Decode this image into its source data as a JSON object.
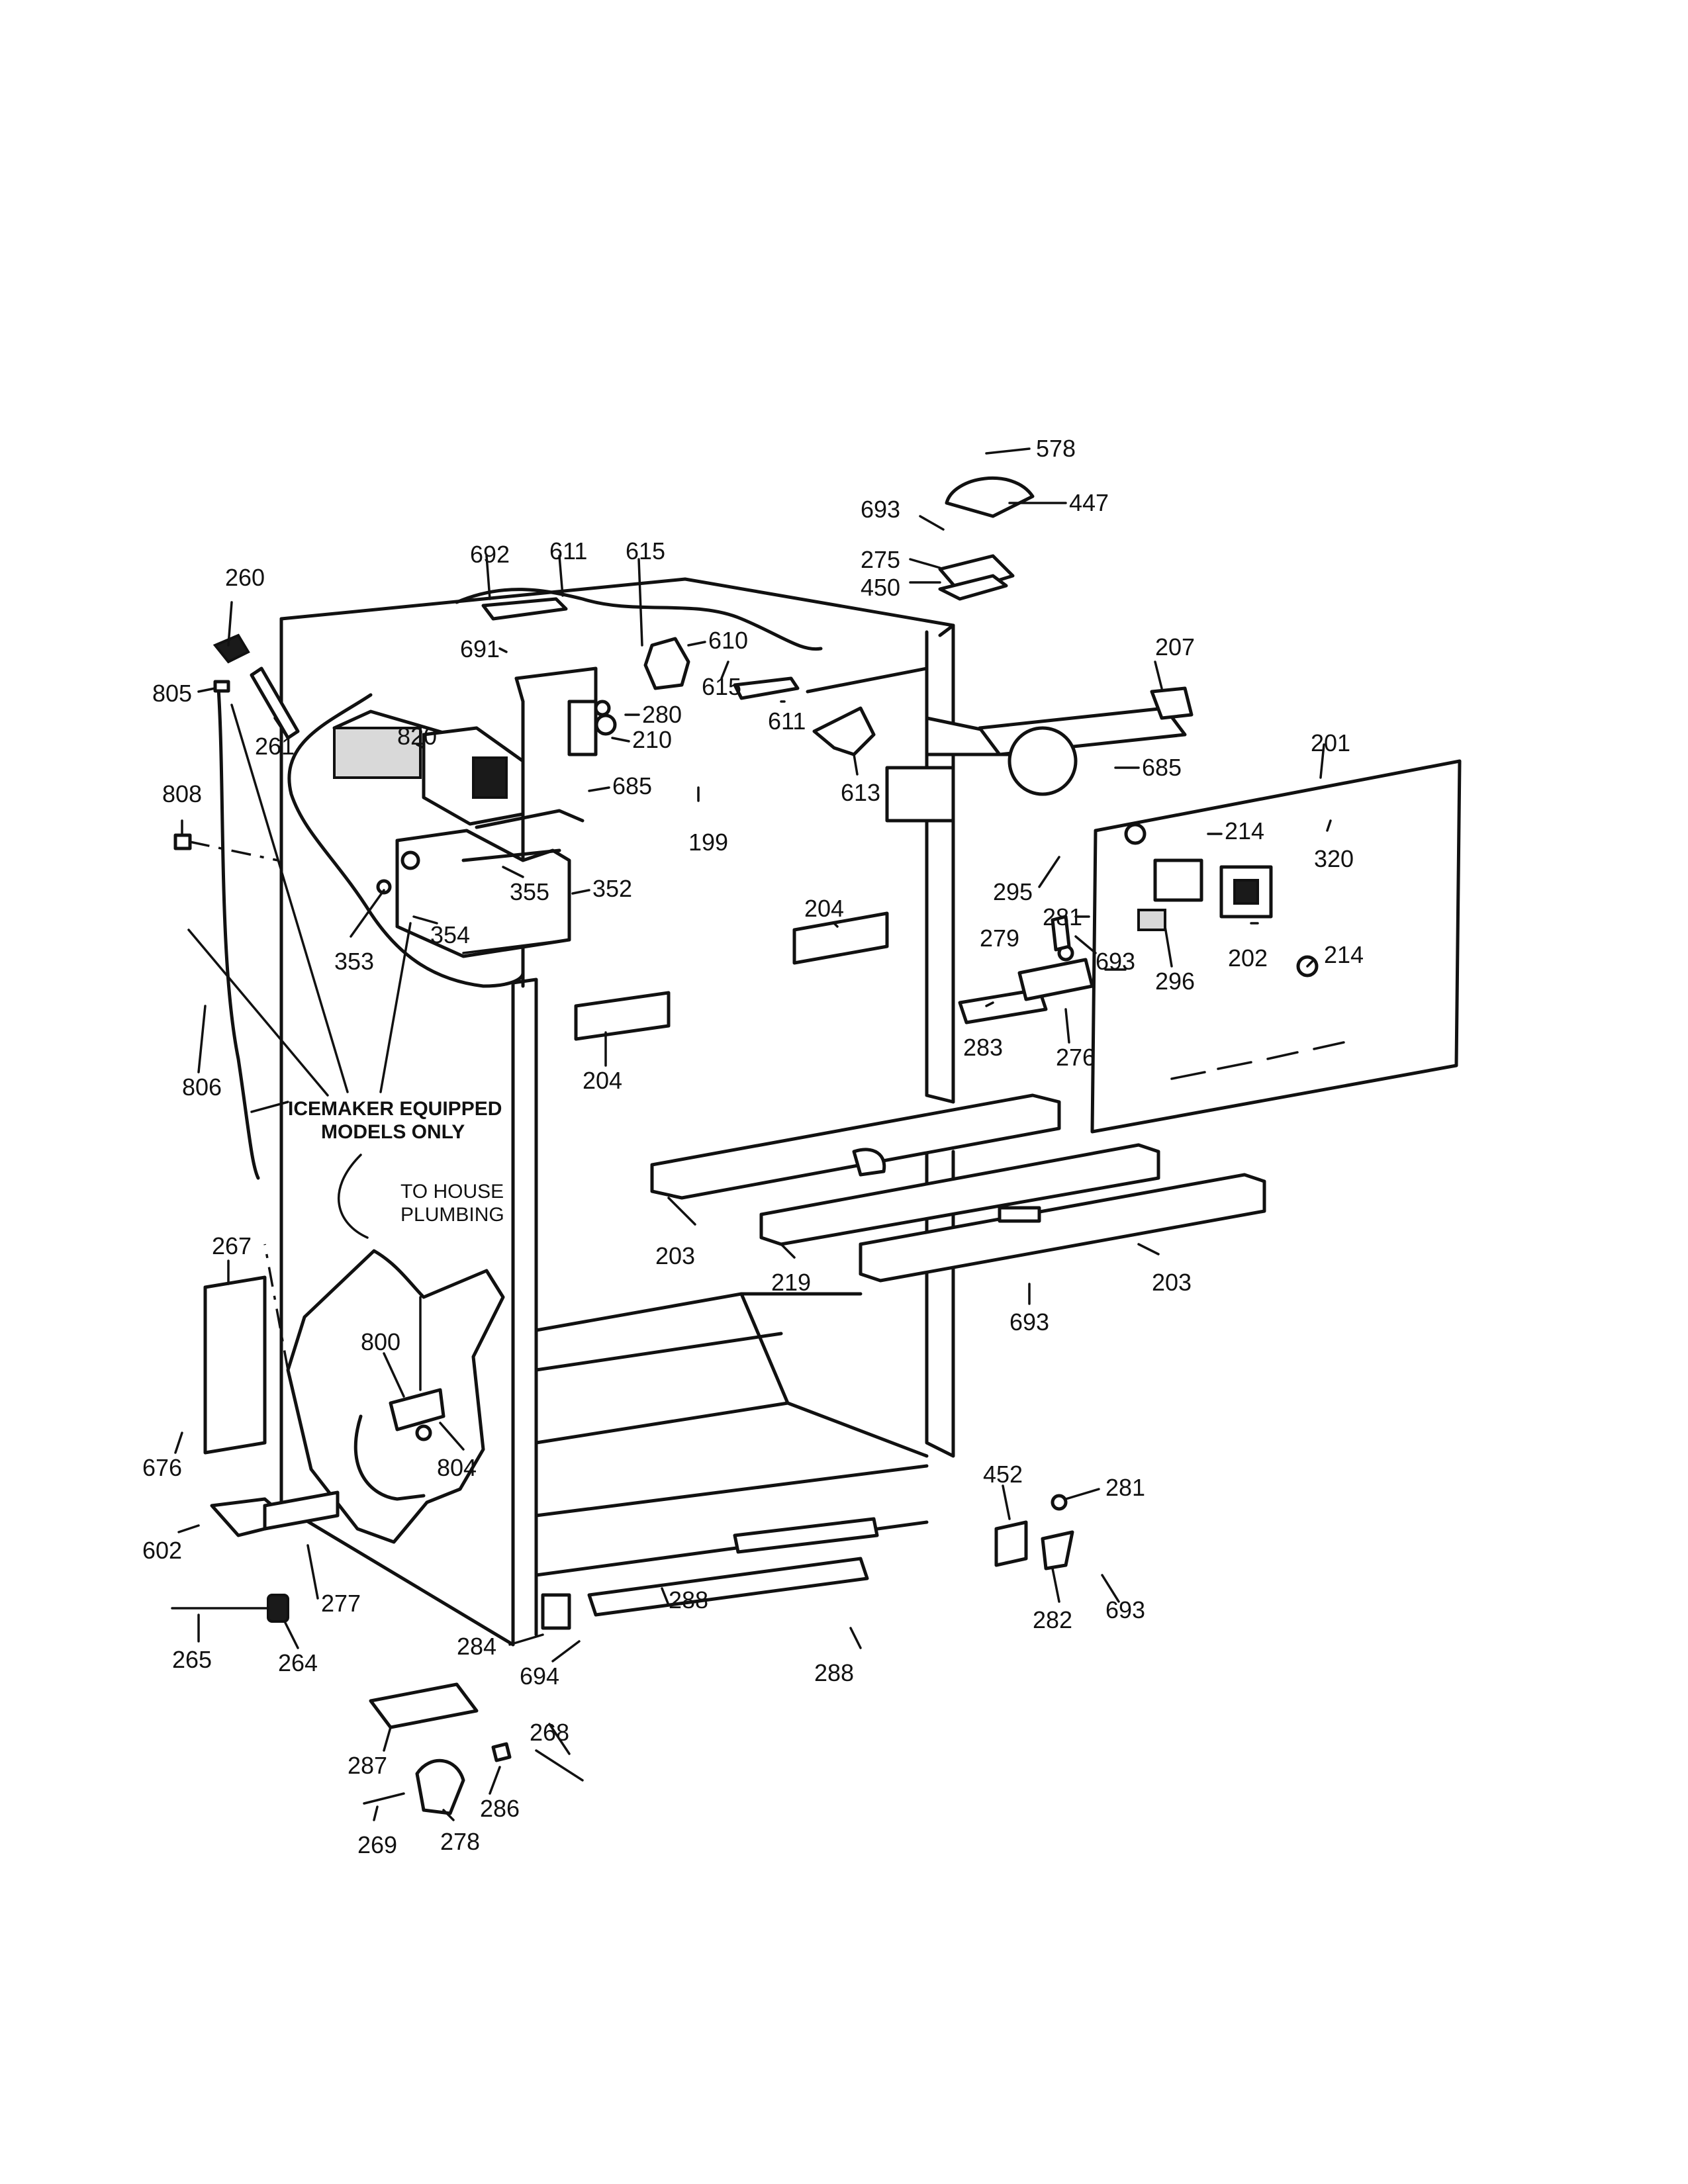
{
  "parts": {
    "p578": "578",
    "p447": "447",
    "p693a": "693",
    "p275": "275",
    "p450": "450",
    "p692": "692",
    "p611a": "611",
    "p615a": "615",
    "p260": "260",
    "p610": "610",
    "p691": "691",
    "p207": "207",
    "p805": "805",
    "p615b": "615",
    "p261": "261",
    "p280": "280",
    "p611b": "611",
    "p210": "210",
    "p820": "820",
    "p685a": "685",
    "p201": "201",
    "p613": "613",
    "p685b": "685",
    "p808": "808",
    "p199": "199",
    "p214a": "214",
    "p320": "320",
    "p355": "355",
    "p352": "352",
    "p295": "295",
    "p204a": "204",
    "p354": "354",
    "p353": "353",
    "p281a": "281",
    "p279": "279",
    "p693b": "693",
    "p202": "202",
    "p214b": "214",
    "p296": "296",
    "p283": "283",
    "p204b": "204",
    "p276": "276",
    "p806": "806",
    "p203a": "203",
    "p219": "219",
    "p203b": "203",
    "p693c": "693",
    "p267": "267",
    "p800": "800",
    "p804": "804",
    "p676": "676",
    "p452": "452",
    "p281b": "281",
    "p602": "602",
    "p277": "277",
    "p288a": "288",
    "p282": "282",
    "p693d": "693",
    "p265": "265",
    "p264": "264",
    "p284": "284",
    "p694": "694",
    "p288b": "288",
    "p268": "268",
    "p287": "287",
    "p286": "286",
    "p269": "269",
    "p278": "278"
  },
  "notes": {
    "icemaker_line1": "ICEMAKER EQUIPPED",
    "icemaker_line2": "MODELS ONLY",
    "plumbing_line1": "TO HOUSE",
    "plumbing_line2": "PLUMBING"
  }
}
